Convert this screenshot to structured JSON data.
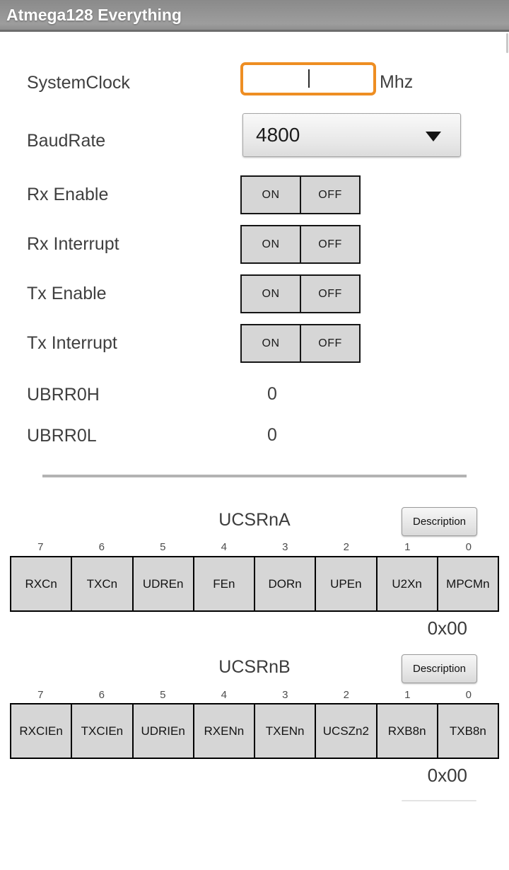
{
  "app_title": "Atmega128 Everything",
  "form": {
    "system_clock": {
      "label": "SystemClock",
      "value": "",
      "unit": "Mhz"
    },
    "baud_rate": {
      "label": "BaudRate",
      "selected_option": "4800"
    },
    "toggles": [
      {
        "label": "Rx Enable",
        "on": "ON",
        "off": "OFF"
      },
      {
        "label": "Rx Interrupt",
        "on": "ON",
        "off": "OFF"
      },
      {
        "label": "Tx Enable",
        "on": "ON",
        "off": "OFF"
      },
      {
        "label": "Tx Interrupt",
        "on": "ON",
        "off": "OFF"
      }
    ],
    "registers": [
      {
        "label": "UBRR0H",
        "value": "0"
      },
      {
        "label": "UBRR0L",
        "value": "0"
      }
    ]
  },
  "register_tables": [
    {
      "title": "UCSRnA",
      "description_button": "Description",
      "bit_numbers": [
        "7",
        "6",
        "5",
        "4",
        "3",
        "2",
        "1",
        "0"
      ],
      "bits": [
        "RXCn",
        "TXCn",
        "UDREn",
        "FEn",
        "DORn",
        "UPEn",
        "U2Xn",
        "MPCMn"
      ],
      "hex_value": "0x00"
    },
    {
      "title": "UCSRnB",
      "description_button": "Description",
      "bit_numbers": [
        "7",
        "6",
        "5",
        "4",
        "3",
        "2",
        "1",
        "0"
      ],
      "bits": [
        "RXCIEn",
        "TXCIEn",
        "UDRIEn",
        "RXENn",
        "TXENn",
        "UCSZn2",
        "RXB8n",
        "TXB8n"
      ],
      "hex_value": "0x00"
    }
  ],
  "colors": {
    "accent_orange": "#ee8e23",
    "titlebar_gray": "#8f8f8f",
    "control_gray": "#d6d6d6",
    "divider_gray": "#b3b3b3"
  }
}
